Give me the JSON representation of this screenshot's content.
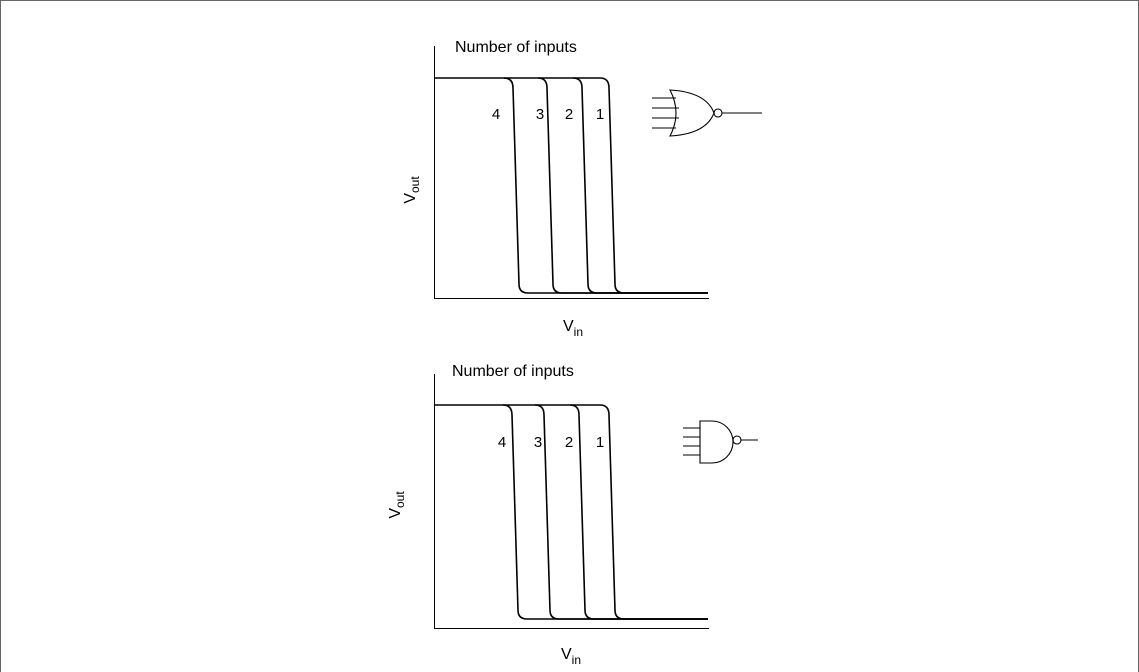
{
  "figure": {
    "frame_color": "#666666",
    "ink_color": "#000000"
  },
  "panels": [
    {
      "gate": "nor-gate-icon",
      "title": "Number of inputs",
      "y_label": {
        "main": "V",
        "sub": "out"
      },
      "x_label": {
        "main": "V",
        "sub": "in"
      },
      "curve_labels": [
        "4",
        "3",
        "2",
        "1"
      ]
    },
    {
      "gate": "nand-gate-icon",
      "title": "Number of inputs",
      "y_label": {
        "main": "V",
        "sub": "out"
      },
      "x_label": {
        "main": "V",
        "sub": "in"
      },
      "curve_labels": [
        "4",
        "3",
        "2",
        "1"
      ]
    }
  ]
}
